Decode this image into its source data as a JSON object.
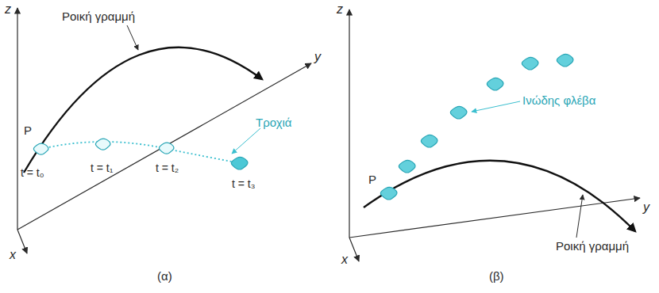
{
  "diagram": {
    "labels": [
      "Ροική γραμμή",
      "P",
      "t = t₀",
      "t = t₁",
      "t = t₂",
      "t = t₃",
      "Τροχιά",
      "z",
      "y",
      "x",
      "(α)",
      "z",
      "y",
      "x",
      "P",
      "Ινώδης φλέβα",
      "Ροική γραμμή",
      "(β)"
    ]
  }
}
